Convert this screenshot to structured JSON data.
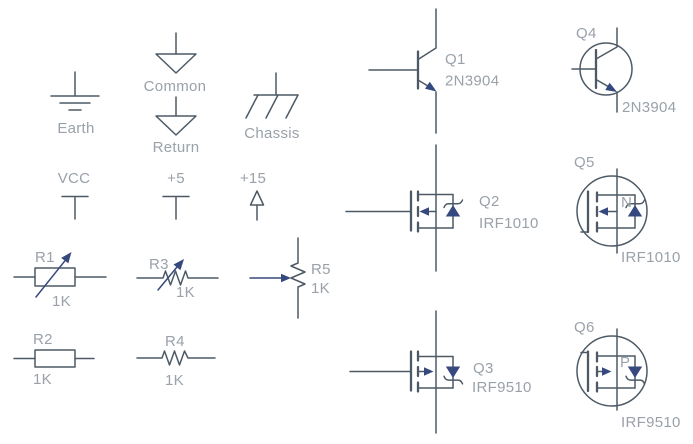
{
  "colors": {
    "background": "#ffffff",
    "line": "#4d5a66",
    "accent": "#36497e",
    "label": "#9aa1a9"
  },
  "grounds": {
    "earth": {
      "label": "Earth"
    },
    "common": {
      "label": "Common"
    },
    "return": {
      "label": "Return"
    },
    "chassis": {
      "label": "Chassis"
    }
  },
  "power": {
    "vcc": {
      "label": "VCC"
    },
    "plus5": {
      "label": "+5"
    },
    "plus15": {
      "label": "+15"
    }
  },
  "resistors": {
    "r1": {
      "ref": "R1",
      "value": "1K",
      "kind": "variable-box"
    },
    "r2": {
      "ref": "R2",
      "value": "1K",
      "kind": "box"
    },
    "r3": {
      "ref": "R3",
      "value": "1K",
      "kind": "variable-zigzag"
    },
    "r4": {
      "ref": "R4",
      "value": "1K",
      "kind": "zigzag"
    },
    "r5": {
      "ref": "R5",
      "value": "1K",
      "kind": "potentiometer"
    }
  },
  "transistors": {
    "q1": {
      "ref": "Q1",
      "part": "2N3904",
      "kind": "npn-bjt"
    },
    "q2": {
      "ref": "Q2",
      "part": "IRF1010",
      "kind": "n-mosfet"
    },
    "q3": {
      "ref": "Q3",
      "part": "IRF9510",
      "kind": "p-mosfet"
    },
    "q4": {
      "ref": "Q4",
      "part": "2N3904",
      "kind": "npn-bjt-circled"
    },
    "q5": {
      "ref": "Q5",
      "part": "IRF1010",
      "kind": "n-mosfet-circled",
      "channel": "N"
    },
    "q6": {
      "ref": "Q6",
      "part": "IRF9510",
      "kind": "p-mosfet-circled",
      "channel": "P"
    }
  }
}
